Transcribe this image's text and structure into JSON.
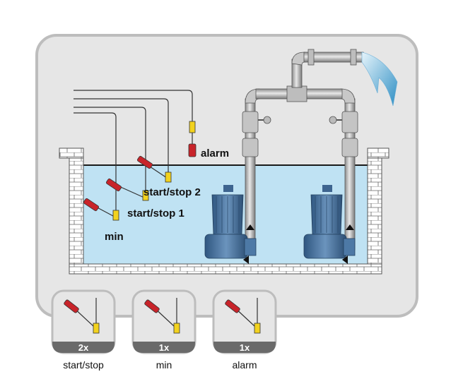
{
  "labels": {
    "alarm": "alarm",
    "start_stop_2": "start/stop 2",
    "start_stop_1": "start/stop 1",
    "min": "min"
  },
  "cards": [
    {
      "count": "2x",
      "caption": "start/stop"
    },
    {
      "count": "1x",
      "caption": "min"
    },
    {
      "count": "1x",
      "caption": "alarm"
    }
  ],
  "colors": {
    "panel": "#e6e6e6",
    "panel_border": "#bdbdbd",
    "water": "#bfe2f3",
    "pipe": "#c8c8c8",
    "pump": "#4d79a6",
    "float_red": "#c8242a",
    "float_yellow": "#f2d21e",
    "badge": "#6a6a6a"
  }
}
